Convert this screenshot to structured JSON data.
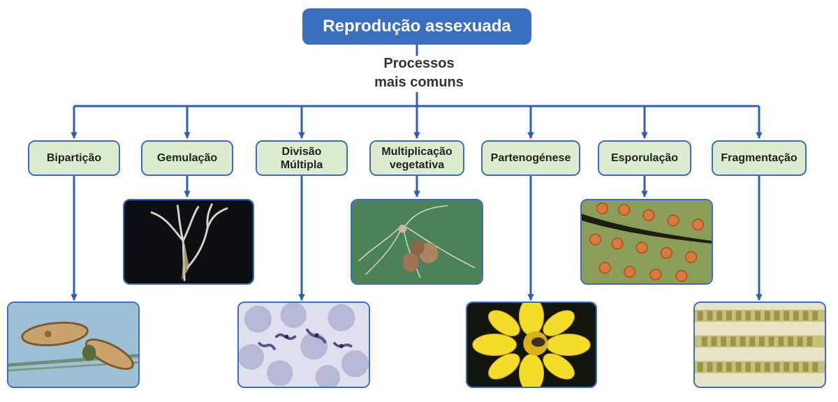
{
  "diagram": {
    "root_label": "Reprodução assexuada",
    "sub_label_line1": "Processos",
    "sub_label_line2": "mais comuns",
    "processes": [
      {
        "label": "Bipartição"
      },
      {
        "label": "Gemulação"
      },
      {
        "label": "Divisão\nMúltipla"
      },
      {
        "label": "Multiplicação\nvegetativa"
      },
      {
        "label": "Partenogénese"
      },
      {
        "label": "Esporulação"
      },
      {
        "label": "Fragmentação"
      }
    ]
  },
  "colors": {
    "connector": "#2f5fb3",
    "root_fill": "#3a6fbf",
    "node_fill": "#ddeccf",
    "node_border": "#3a6fbf"
  },
  "images": [
    {
      "name": "bipartition-photo",
      "subject": "paramecium dividing"
    },
    {
      "name": "budding-photo",
      "subject": "hydra with bud"
    },
    {
      "name": "multiple-division-photo",
      "subject": "trypanosomes in blood smear"
    },
    {
      "name": "vegetative-propagation-photo",
      "subject": "potato tubers with roots"
    },
    {
      "name": "parthenogenesis-photo",
      "subject": "yellow flower with bee"
    },
    {
      "name": "sporulation-photo",
      "subject": "fern frond with sori"
    },
    {
      "name": "fragmentation-photo",
      "subject": "filamentous algae"
    }
  ]
}
